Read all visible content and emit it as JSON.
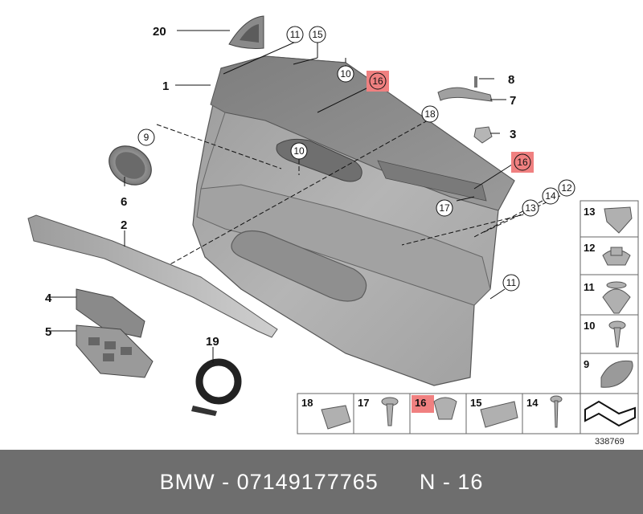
{
  "callouts": {
    "c1": "1",
    "c2": "2",
    "c3": "3",
    "c4": "4",
    "c5": "5",
    "c6": "6",
    "c7": "7",
    "c8": "8",
    "c9": "9",
    "c10a": "10",
    "c10b": "10",
    "c11a": "11",
    "c11b": "11",
    "c12": "12",
    "c13": "13",
    "c14": "14",
    "c15": "15",
    "c16a": "16",
    "c16b": "16",
    "c17": "17",
    "c18": "18",
    "c19": "19",
    "c20": "20"
  },
  "legend_right": [
    "13",
    "12",
    "11",
    "10",
    "9"
  ],
  "legend_bottom": [
    "18",
    "17",
    "16",
    "15",
    "14"
  ],
  "diagram_id": "338769",
  "footer": {
    "brand": "BMW",
    "part_number": "07149177765",
    "position": "N - 16",
    "sep": " - "
  },
  "colors": {
    "highlight": "#f08080",
    "panel_dark": "#8c8c8c",
    "panel_mid": "#a9a9a9",
    "footer_bg": "#6e6e6e"
  }
}
